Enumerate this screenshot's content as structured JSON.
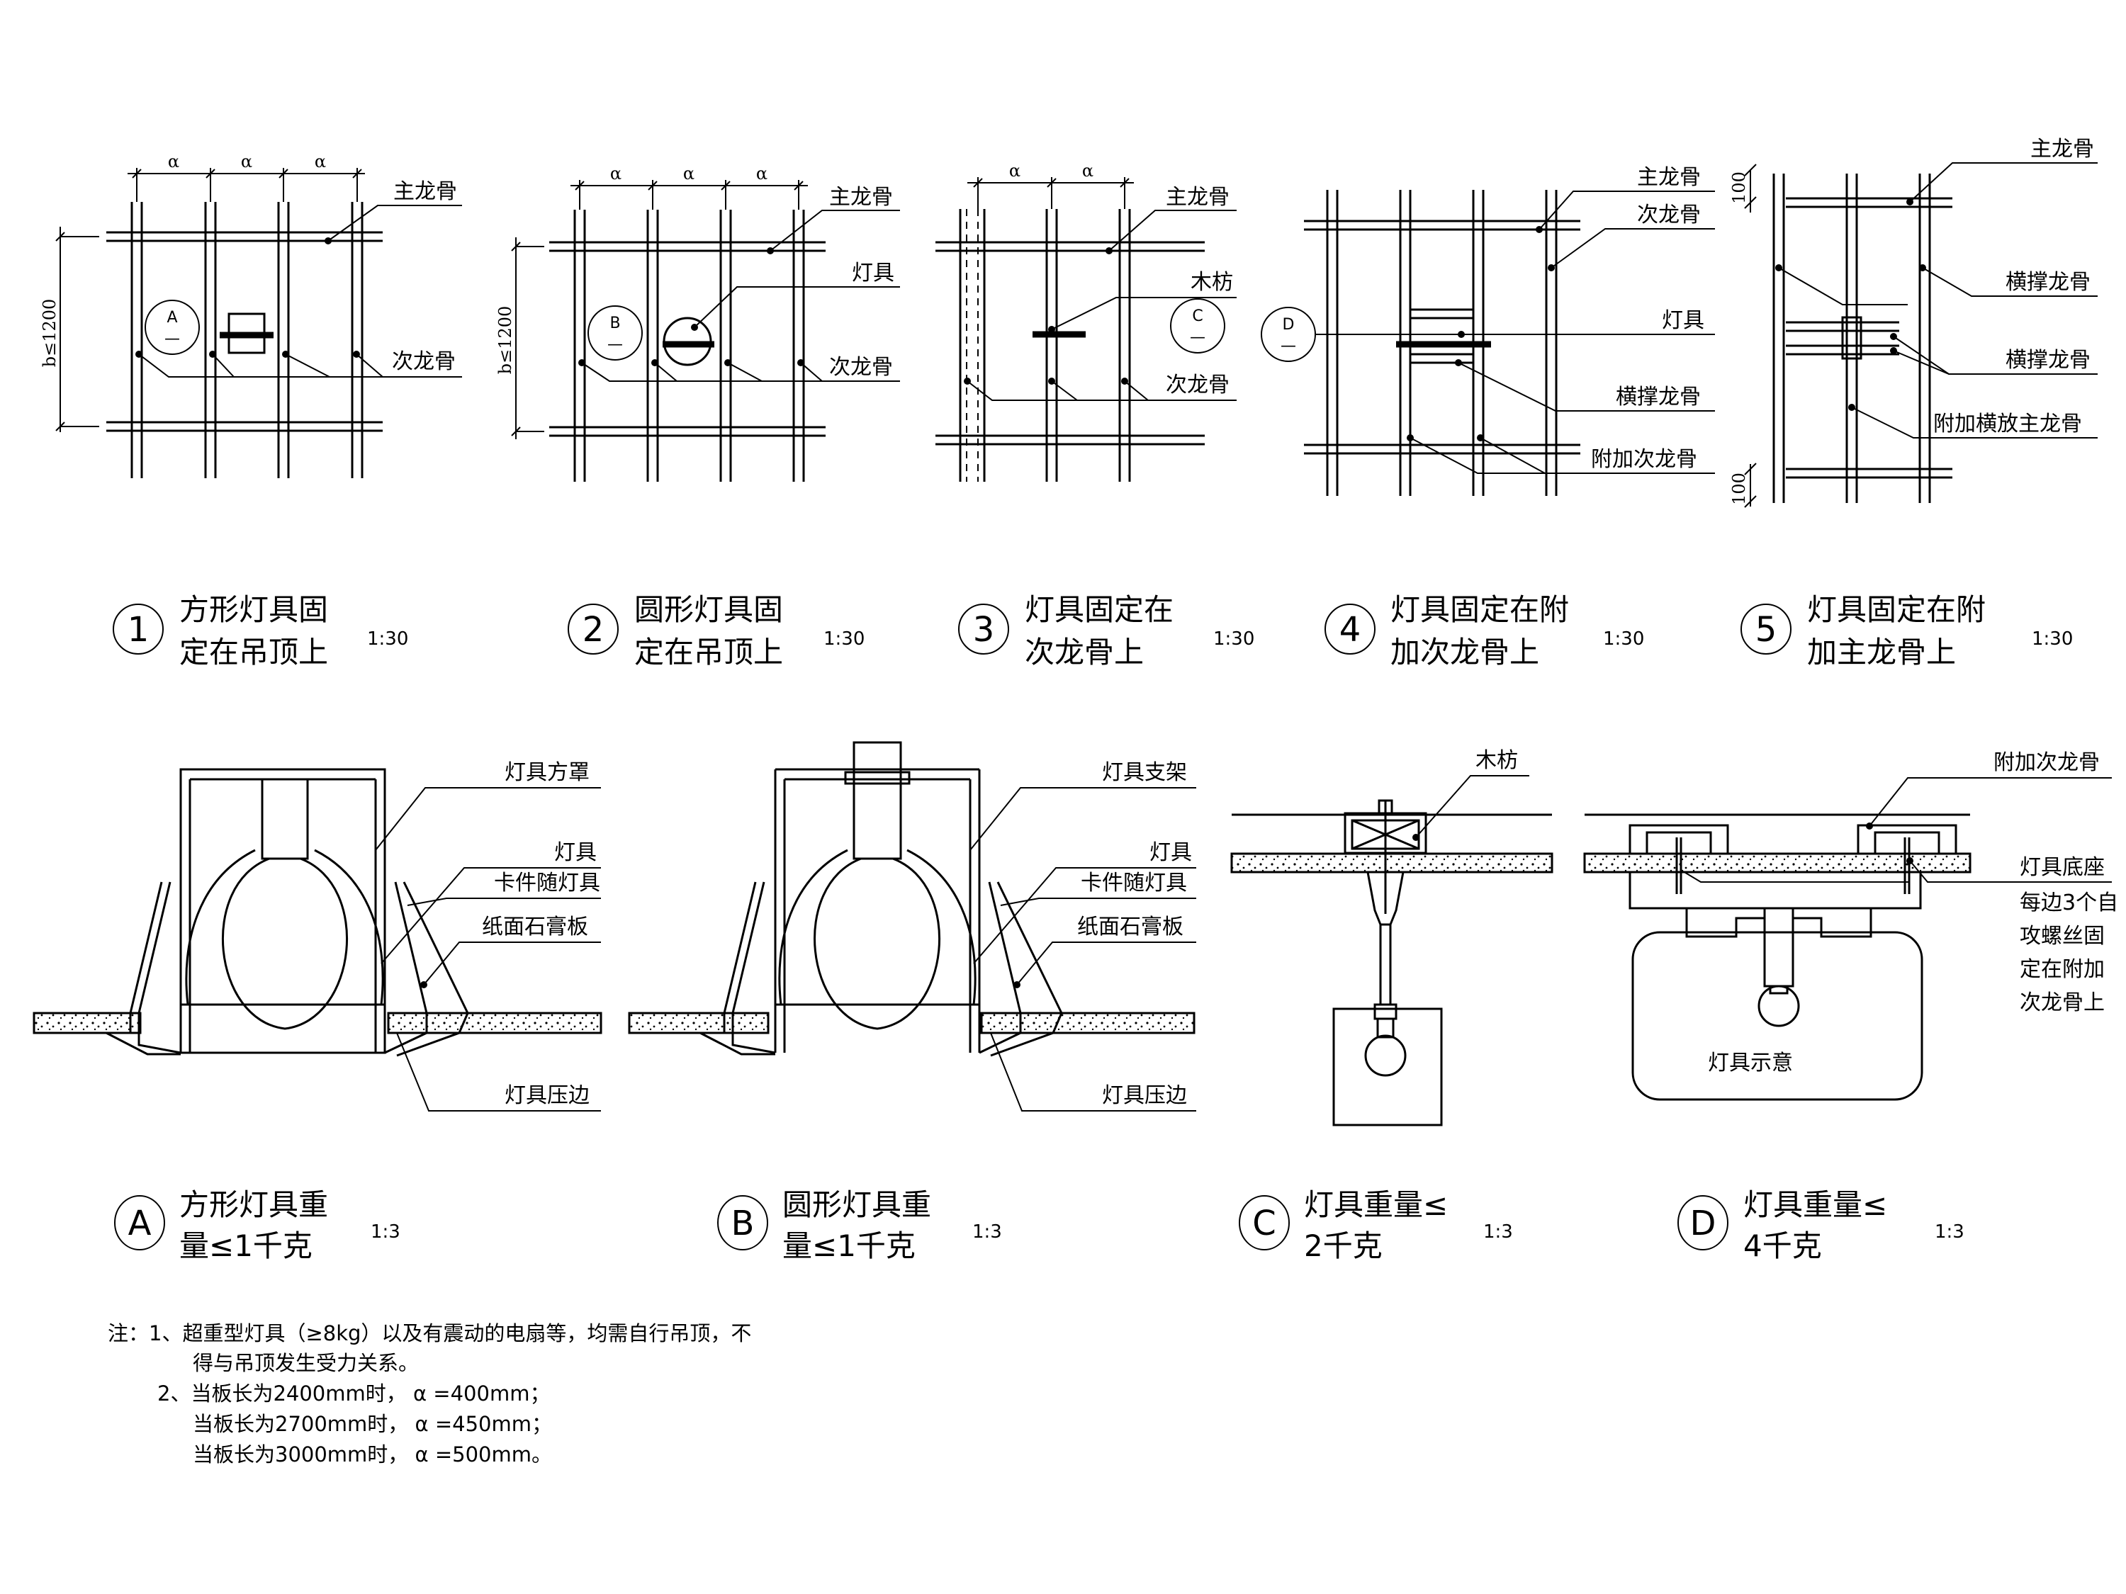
{
  "labels": {
    "main_keel": "主龙骨",
    "sub_keel": "次龙骨",
    "fixture": "灯具",
    "wood_batten": "木枋",
    "cross_brace": "横撑龙骨",
    "extra_sub_keel": "附加次龙骨",
    "extra_main_keel": "附加横放主龙骨",
    "fixture_hood": "灯具方罩",
    "fixture_bracket": "灯具支架",
    "clip": "卡件随灯具",
    "gypsum": "纸面石膏板",
    "trim": "灯具压边",
    "fixture_base": "灯具底座",
    "screw_note": [
      "每边3个自",
      "攻螺丝固",
      "定在附加",
      "次龙骨上"
    ],
    "fixture_sketch": "灯具示意"
  },
  "dims": {
    "a": "α",
    "b": "b≤1200",
    "hundred": "100"
  },
  "detail_tags": {
    "A": "A",
    "B": "B",
    "C": "C",
    "D": "D",
    "dash": "—"
  },
  "plans": [
    {
      "num": "1",
      "line1": "方形灯具固",
      "line2": "定在吊顶上",
      "scale": "1:30"
    },
    {
      "num": "2",
      "line1": "圆形灯具固",
      "line2": "定在吊顶上",
      "scale": "1:30"
    },
    {
      "num": "3",
      "line1": "灯具固定在",
      "line2": "次龙骨上",
      "scale": "1:30"
    },
    {
      "num": "4",
      "line1": "灯具固定在附",
      "line2": "加次龙骨上",
      "scale": "1:30"
    },
    {
      "num": "5",
      "line1": "灯具固定在附",
      "line2": "加主龙骨上",
      "scale": "1:30"
    }
  ],
  "details": [
    {
      "num": "A",
      "line1": "方形灯具重",
      "line2": "量≤1千克",
      "scale": "1:3"
    },
    {
      "num": "B",
      "line1": "圆形灯具重",
      "line2": "量≤1千克",
      "scale": "1:3"
    },
    {
      "num": "C",
      "line1": "灯具重量≤",
      "line2": "2千克",
      "scale": "1:3"
    },
    {
      "num": "D",
      "line1": "灯具重量≤",
      "line2": "4千克",
      "scale": "1:3"
    }
  ],
  "notes": [
    "注：1、超重型灯具（≥8kg）以及有震动的电扇等，均需自行吊顶，不",
    "得与吊顶发生受力关系。",
    "2、当板长为2400mm时， α =400mm；",
    "当板长为2700mm时， α =450mm；",
    "当板长为3000mm时， α =500mm。"
  ]
}
